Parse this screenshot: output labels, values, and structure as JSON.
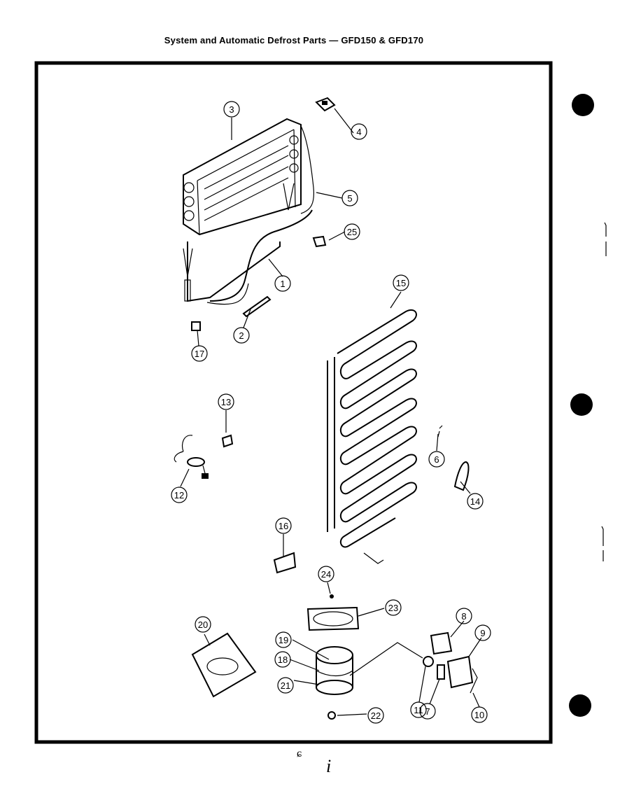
{
  "title": "System and Automatic Defrost Parts — GFD150 & GFD170",
  "callouts": [
    "1",
    "2",
    "3",
    "4",
    "5",
    "6",
    "7",
    "8",
    "9",
    "10",
    "11",
    "12",
    "13",
    "14",
    "15",
    "16",
    "17",
    "18",
    "19",
    "20",
    "21",
    "22",
    "23",
    "24",
    "25"
  ],
  "footer": {
    "mark_left": "ɕ",
    "mark_right": "i"
  }
}
